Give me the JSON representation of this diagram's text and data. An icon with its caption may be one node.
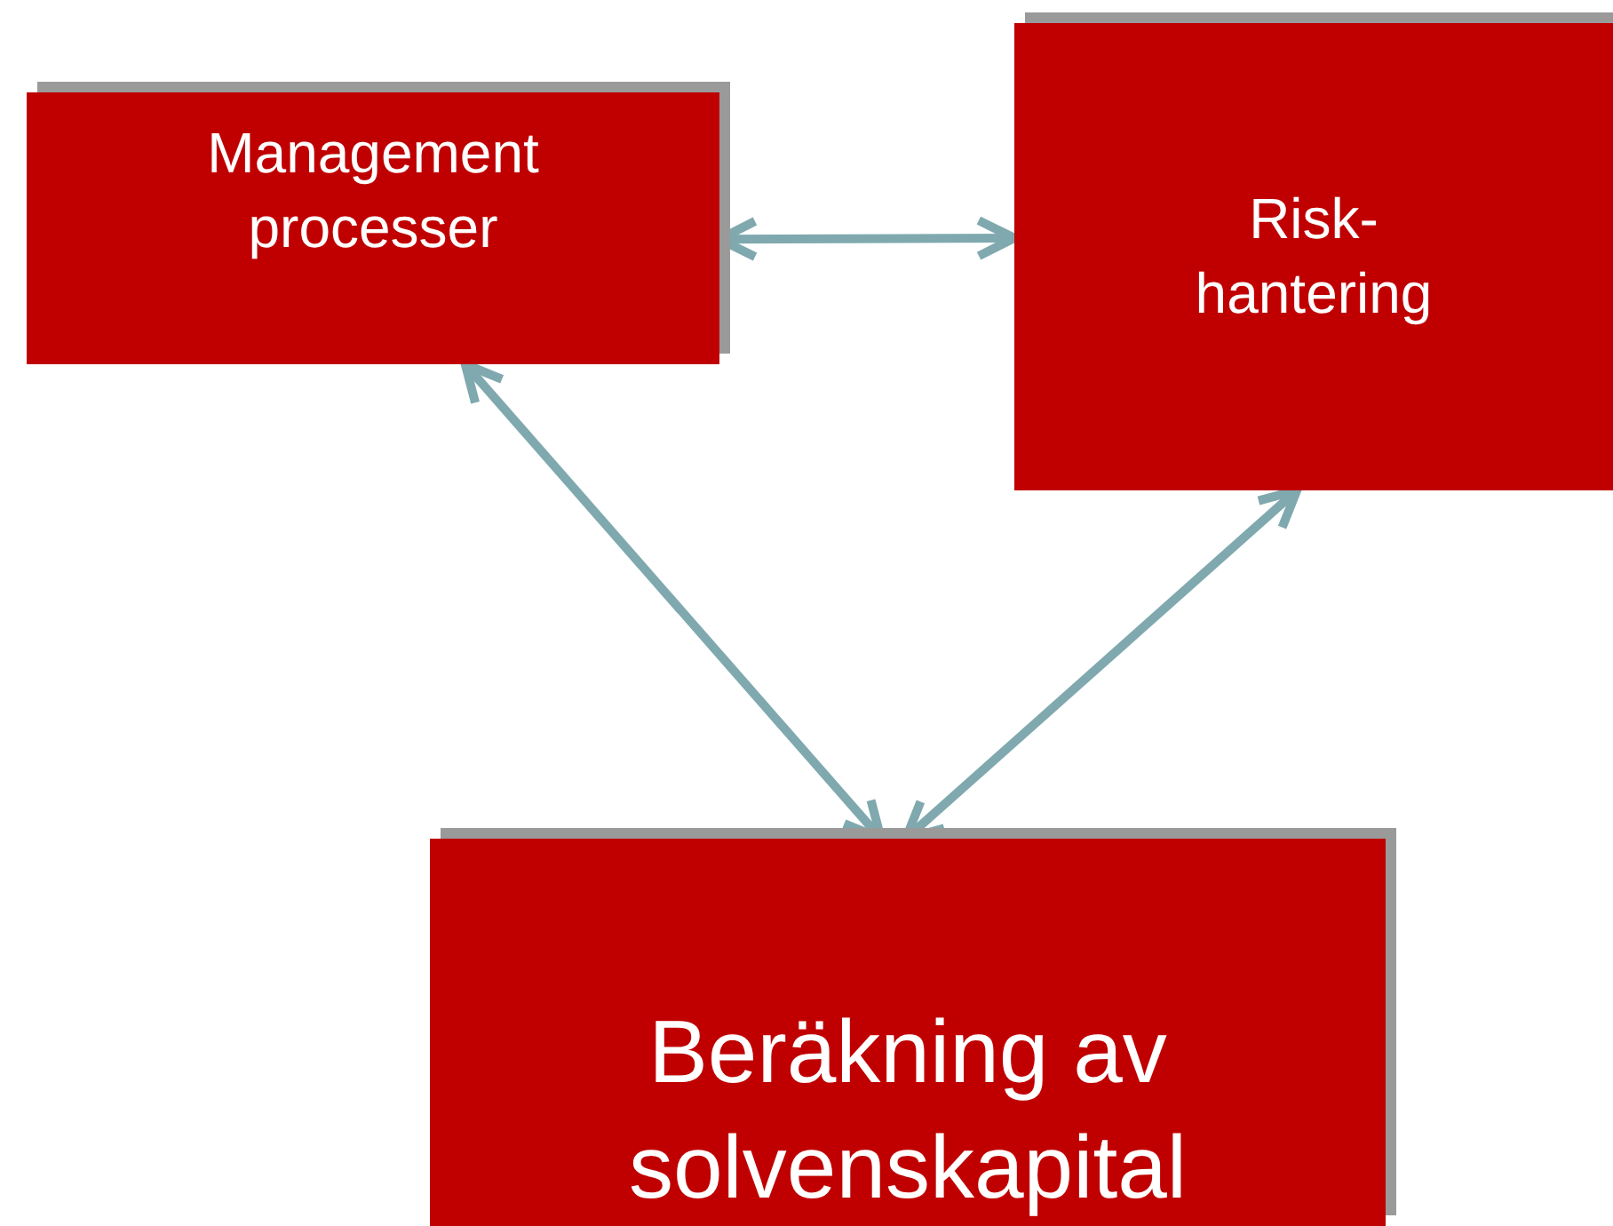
{
  "diagram": {
    "nodes": [
      {
        "text": [
          "Management processer"
        ]
      },
      {
        "text": [
          "Risk- hantering"
        ]
      },
      {
        "text": [
          "Beräkning av solvenskapital"
        ]
      }
    ],
    "edges": [
      {
        "from": 0,
        "to": 1,
        "arrow": "both"
      },
      {
        "from": 0,
        "to": 2,
        "arrow": "both"
      },
      {
        "from": 1,
        "to": 2,
        "arrow": "both"
      }
    ]
  }
}
